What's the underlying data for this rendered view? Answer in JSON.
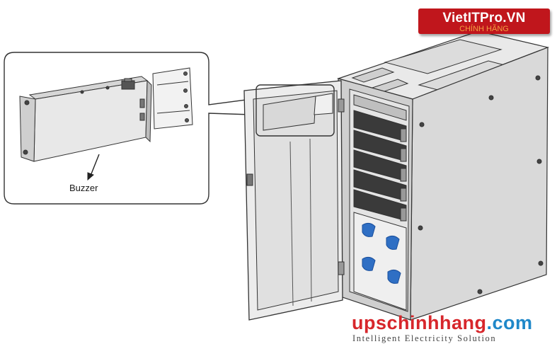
{
  "callout": {
    "label": "Buzzer"
  },
  "badge": {
    "title": "VietITPro.VN",
    "subtitle": "CHÍNH HÃNG",
    "color": "#c0161c"
  },
  "watermark": {
    "brand_part1": "upschinhhang",
    "brand_part2": ".com",
    "tagline": "Intelligent Electricity Solution",
    "color_primary": "#d7262b",
    "color_secondary": "#1f88c9"
  },
  "ui_meta": {
    "icons": [
      "buzzer-module",
      "cabinet",
      "breaker-handle",
      "battery-module"
    ]
  }
}
